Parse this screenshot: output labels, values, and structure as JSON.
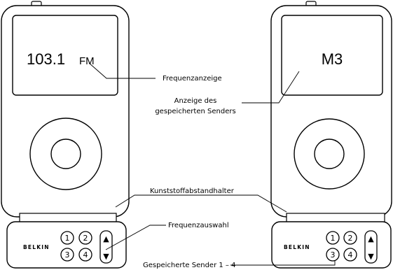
{
  "left_device": {
    "frequency_value": "103.1",
    "frequency_unit": "FM",
    "brand": "BELKIN",
    "preset_buttons": [
      "1",
      "2",
      "3",
      "4"
    ],
    "arrow_up": "▲",
    "arrow_down": "▼"
  },
  "right_device": {
    "preset_display": "M3",
    "brand": "BELKIN",
    "preset_buttons": [
      "1",
      "2",
      "3",
      "4"
    ],
    "arrow_up": "▲",
    "arrow_down": "▼"
  },
  "callouts": {
    "frequency_display": "Frequenzanzeige",
    "stored_station_line1": "Anzeige des",
    "stored_station_line2": "gespeicherten Senders",
    "spacer": "Kunststoffabstandhalter",
    "frequency_selection": "Frequenzauswahl",
    "stored_stations": "Gespeicherte Sender 1 – 4"
  }
}
